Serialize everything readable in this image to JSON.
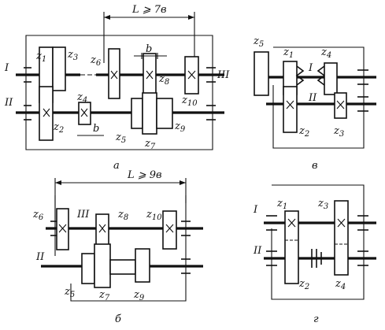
{
  "diagrams": {
    "a": {
      "caption": "а",
      "dimension": "L ⩾ 7в",
      "shafts": [
        "I",
        "II",
        "III"
      ],
      "gears": [
        "z",
        "z",
        "z",
        "z",
        "z",
        "z",
        "z",
        "z",
        "z",
        "z"
      ],
      "gear_indices": [
        "1",
        "2",
        "3",
        "4",
        "5",
        "6",
        "7",
        "8",
        "9",
        "10"
      ],
      "width_marks": [
        "b",
        "b"
      ]
    },
    "b": {
      "caption": "б",
      "dimension": "L ⩾ 9в",
      "shafts": [
        "III",
        "II"
      ],
      "gear_indices": [
        "6",
        "8",
        "10",
        "5",
        "7",
        "9"
      ]
    },
    "v": {
      "caption": "в",
      "shafts": [
        "I",
        "II"
      ],
      "gear_indices": [
        "5",
        "1",
        "4",
        "2",
        "3"
      ]
    },
    "g": {
      "caption": "г",
      "shafts": [
        "I",
        "II"
      ],
      "gear_indices": [
        "1",
        "3",
        "2",
        "4"
      ]
    }
  }
}
